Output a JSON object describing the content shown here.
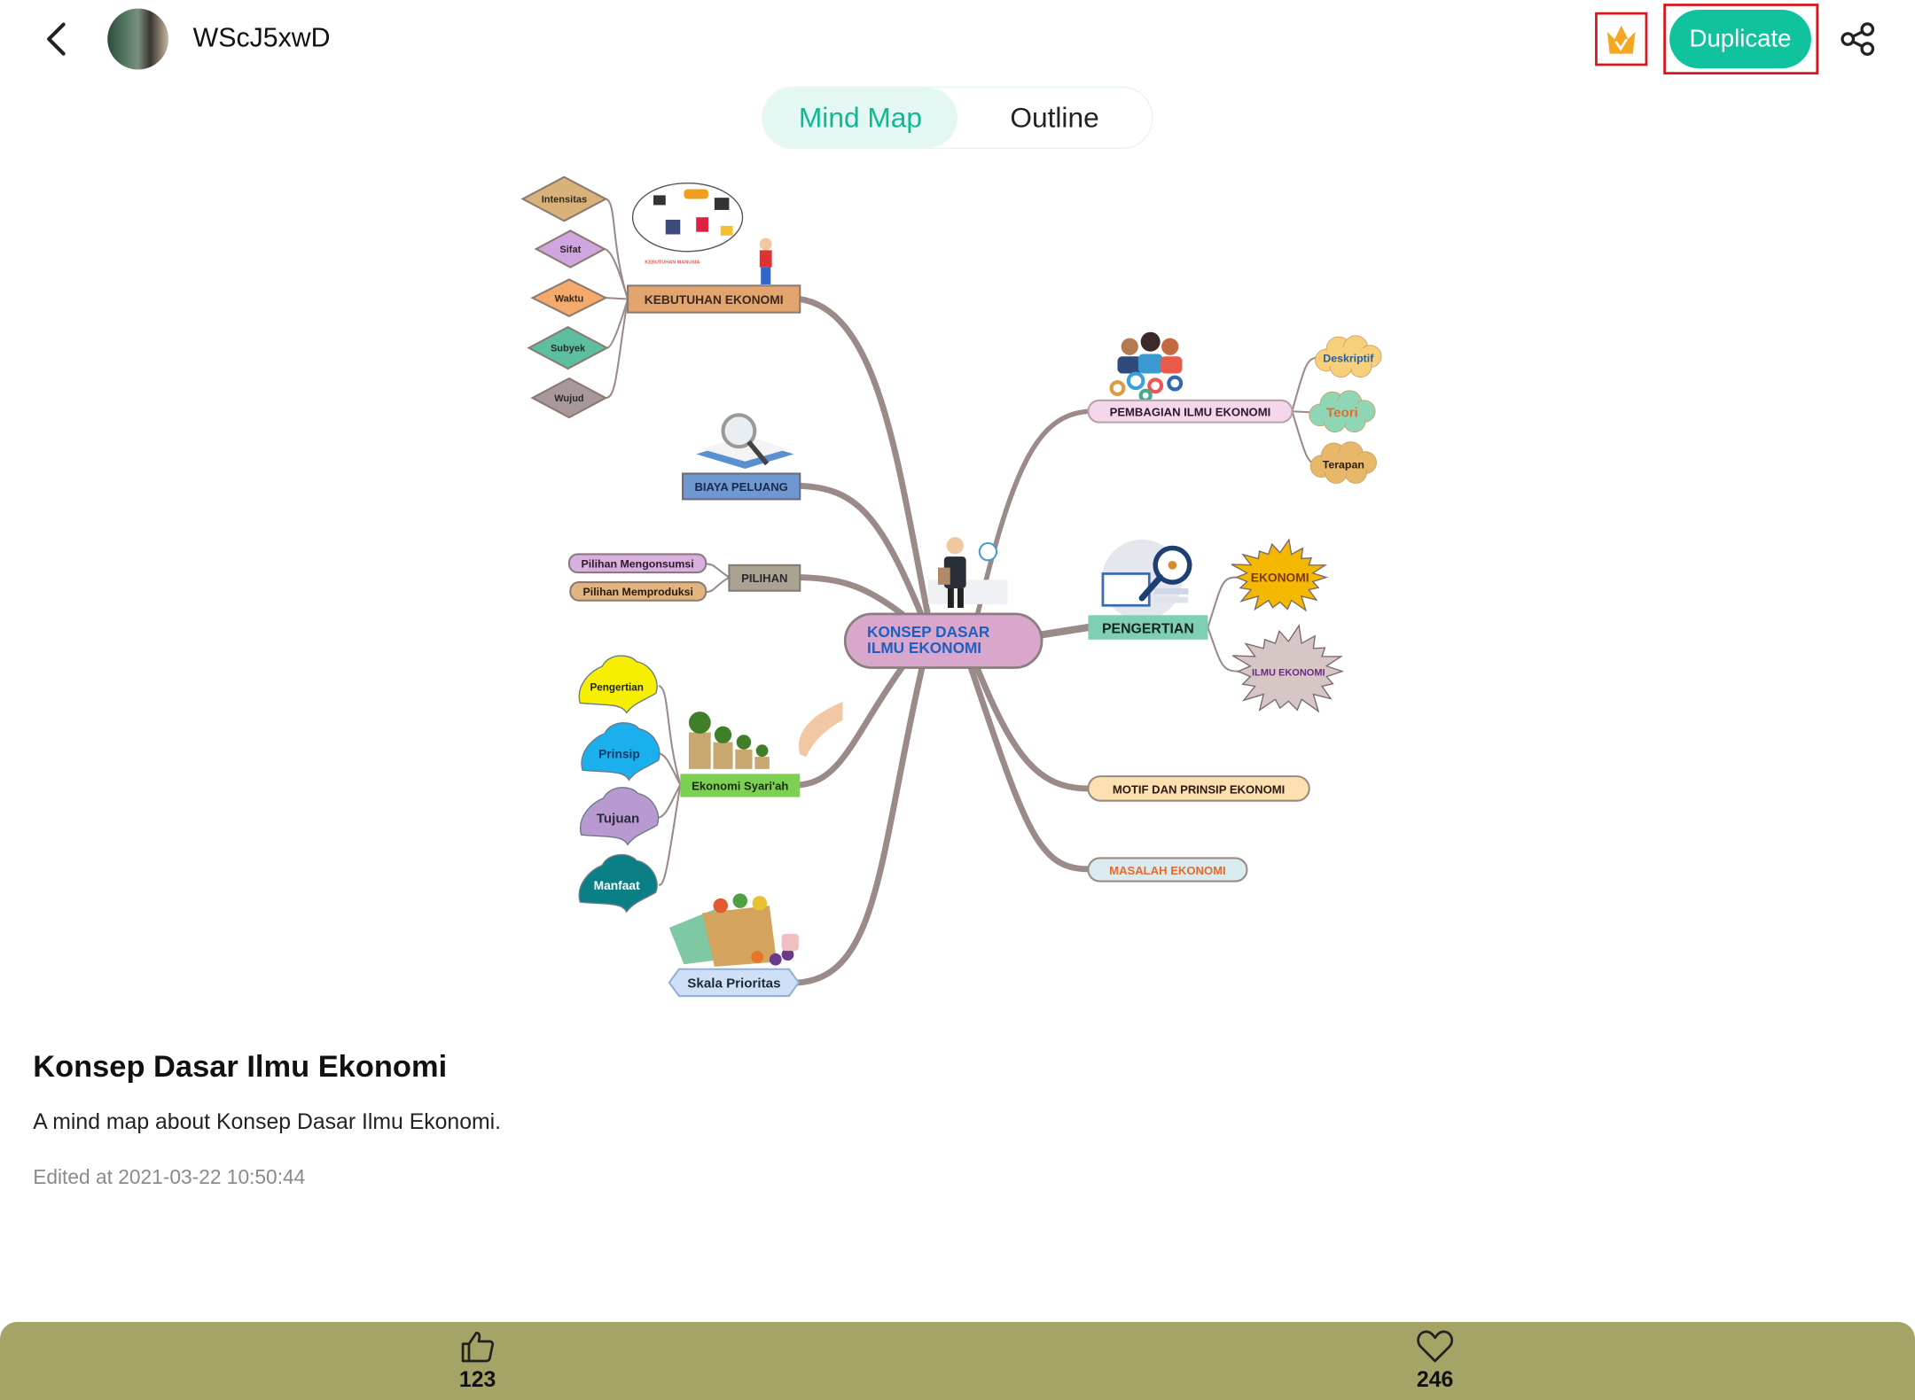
{
  "header": {
    "username": "WScJ5xwD",
    "duplicate_label": "Duplicate"
  },
  "tabs": [
    {
      "label": "Mind Map",
      "active": true
    },
    {
      "label": "Outline",
      "active": false
    }
  ],
  "mindmap": {
    "central": [
      "KONSEP DASAR",
      "ILMU EKONOMI"
    ],
    "kebutuhan": {
      "label": "KEBUTUHAN EKONOMI",
      "children": [
        "Intensitas",
        "Sifat",
        "Waktu",
        "Subyek",
        "Wujud"
      ],
      "image_caption": "KEBUTUHAN MANUSIA"
    },
    "biaya": {
      "label": "BIAYA PELUANG"
    },
    "pilihan": {
      "label": "PILIHAN",
      "children": [
        "Pilihan Mengonsumsi",
        "Pilihan Memproduksi"
      ]
    },
    "syariah": {
      "label": "Ekonomi Syari'ah",
      "children": [
        "Pengertian",
        "Prinsip",
        "Tujuan",
        "Manfaat"
      ]
    },
    "skala": {
      "label": "Skala Prioritas"
    },
    "pembagian": {
      "label": "PEMBAGIAN ILMU EKONOMI",
      "children": [
        "Deskriptif",
        "Teori",
        "Terapan"
      ]
    },
    "pengertian": {
      "label": "PENGERTIAN",
      "children": [
        "EKONOMI",
        "ILMU EKONOMI"
      ]
    },
    "motif": {
      "label": "MOTIF DAN PRINSIP EKONOMI"
    },
    "masalah": {
      "label": "MASALAH EKONOMI"
    }
  },
  "details": {
    "title": "Konsep Dasar Ilmu Ekonomi",
    "description": "A mind map about Konsep Dasar Ilmu Ekonomi.",
    "edited": "Edited at 2021-03-22 10:50:44"
  },
  "footer": {
    "likes": "123",
    "favorites": "246"
  },
  "colors": {
    "accent": "#10c39e",
    "highlight_box": "#d9161c",
    "footer_bg": "#a3a466",
    "branch": "#9a8a88"
  }
}
